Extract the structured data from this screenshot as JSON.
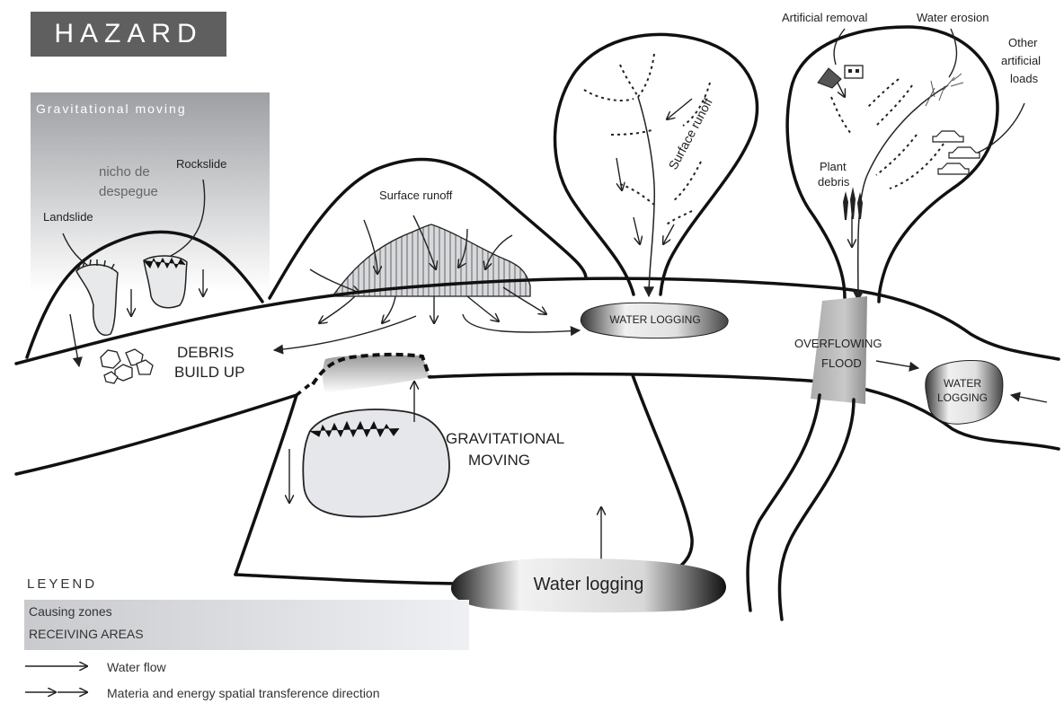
{
  "title": "HAZARD",
  "panels": {
    "gravitational_header": "Gravitational moving",
    "rockslide": "Rockslide",
    "nicho_line1": "nicho de",
    "nicho_line2": "despegue",
    "landslide": "Landslide"
  },
  "labels": {
    "surface_runoff_hill": "Surface runoff",
    "surface_runoff_basin": "Surface runoff",
    "water_logging_road": "WATER LOGGING",
    "debris_line1": "DEBRIS",
    "debris_line2": "BUILD UP",
    "grav_line1": "GRAVITATIONAL",
    "grav_line2": "MOVING",
    "water_logging_bottom": "Water logging",
    "overflowing_line1": "OVERFLOWING",
    "overflowing_line2": "FLOOD",
    "water_logging_right_line1": "WATER",
    "water_logging_right_line2": "LOGGING",
    "artificial_removal": "Artificial removal",
    "water_erosion": "Water erosion",
    "other_line1": "Other",
    "other_line2": "artificial",
    "other_line3": "loads",
    "plant_line1": "Plant",
    "plant_line2": "debris"
  },
  "legend": {
    "title": "LEYEND",
    "causing": "Causing zones",
    "receiving": "RECEIVING AREAS",
    "water_flow": "Water flow",
    "materia": "Materia and energy spatial transference direction"
  }
}
